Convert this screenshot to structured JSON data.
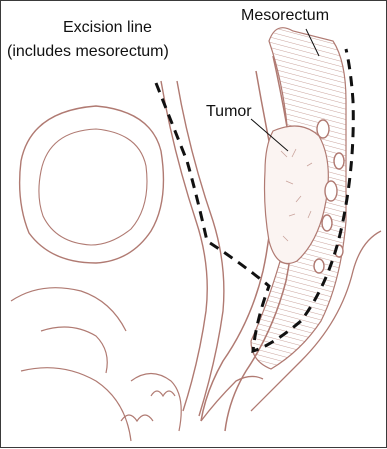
{
  "labels": {
    "excision_line": "Excision line",
    "excision_line_note": "(includes mesorectum)",
    "mesorectum": "Mesorectum",
    "tumor": "Tumor"
  },
  "colors": {
    "anatomy_line": "#b07a72",
    "excision_dash": "#111111",
    "hatching": "#c9a39c",
    "frame": "#3a3a3a"
  }
}
